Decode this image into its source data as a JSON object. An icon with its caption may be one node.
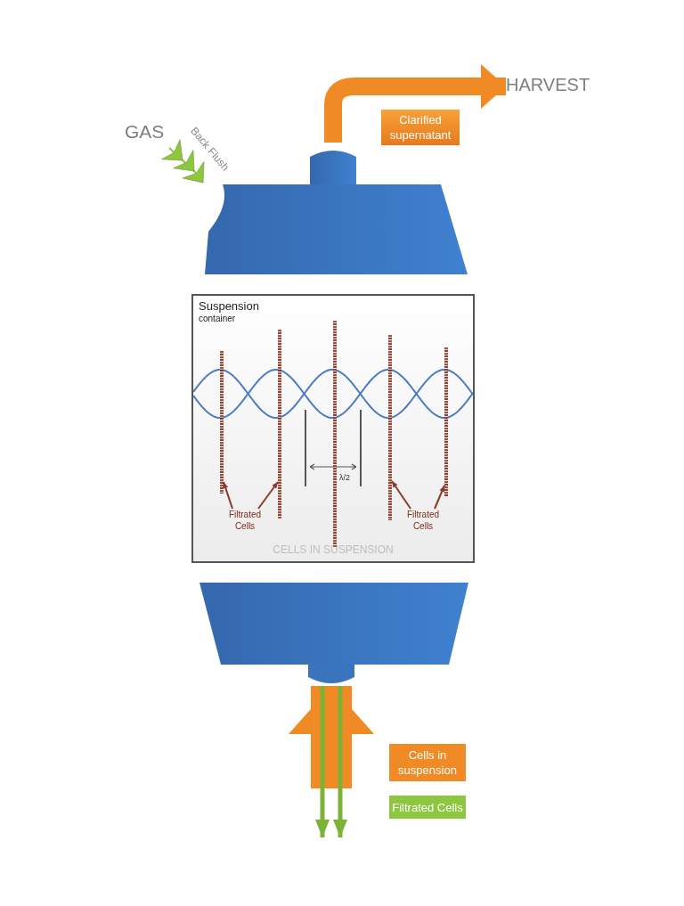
{
  "diagram": {
    "nodes": [
      {
        "text": [
          "GAS"
        ]
      },
      {
        "text": [],
        "shape": "box"
      },
      {
        "text": [
          "HARVEST"
        ]
      },
      {
        "text": [
          "Suspension",
          "container",
          "CELLS IN SUSPENSION"
        ]
      },
      {
        "text": [],
        "shape": "bar",
        "in": 3
      },
      {
        "text": [],
        "shape": "bar",
        "in": 3
      },
      {
        "text": [],
        "shape": "bar",
        "in": 3
      },
      {
        "text": [],
        "shape": "bar",
        "in": 3
      },
      {
        "text": [],
        "shape": "bar",
        "in": 3
      },
      {
        "text": [
          "Filtrated Cells"
        ],
        "in": 3
      },
      {
        "text": [
          "Filtrated Cells"
        ],
        "in": 3
      },
      {
        "text": [],
        "shape": "box"
      }
    ],
    "edges": [
      {
        "from": 0,
        "to": 1,
        "arrow": "to",
        "label": "Back Flush",
        "color": "#8dc63f"
      },
      {
        "from": 1,
        "to": 2,
        "arrow": "to",
        "label": "Clarified supernatant",
        "style": "thick",
        "color": "#f08a24"
      },
      {
        "from": 9,
        "to": 4,
        "arrow": "to"
      },
      {
        "from": 9,
        "to": 5,
        "arrow": "to"
      },
      {
        "from": 10,
        "to": 7,
        "arrow": "to"
      },
      {
        "from": 10,
        "to": 8,
        "arrow": "to"
      },
      {
        "from": null,
        "to": 11,
        "arrow": "to",
        "style": "thick",
        "color": "#f08a24"
      },
      {
        "from": 11,
        "to": null,
        "arrow": "to",
        "style": "thick",
        "color": "#7cb236"
      },
      {
        "from": 11,
        "to": null,
        "arrow": "to",
        "style": "thick",
        "color": "#7cb236"
      }
    ],
    "labels": [
      "λ/2"
    ],
    "legend": [
      {
        "text": "Cells in suspension",
        "color": "#f08a24"
      },
      {
        "text": "Filtrated Cells",
        "color": "#8dc63f"
      }
    ]
  }
}
